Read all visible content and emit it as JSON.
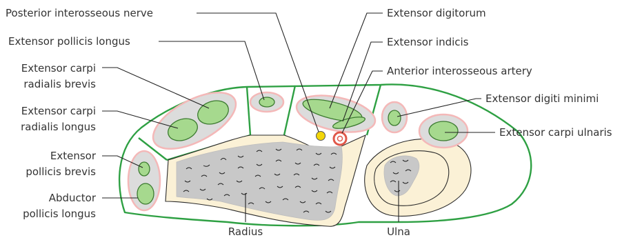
{
  "labels": {
    "posterior_interosseous_nerve": "Posterior interosseous nerve",
    "extensor_pollicis_longus": "Extensor pollicis longus",
    "ecrb_line1": "Extensor carpi",
    "ecrb_line2": "radialis brevis",
    "ecrl_line1": "Extensor carpi",
    "ecrl_line2": "radialis longus",
    "epb_line1": "Extensor",
    "epb_line2": "pollicis brevis",
    "apl_line1": "Abductor",
    "apl_line2": "pollicis longus",
    "extensor_digitorum": "Extensor digitorum",
    "extensor_indicis": "Extensor indicis",
    "anterior_interosseous_artery": "Anterior interosseous artery",
    "extensor_digiti_minimi": "Extensor digiti minimi",
    "extensor_carpi_ulnaris": "Extensor carpi ulnaris",
    "radius": "Radius",
    "ulna": "Ulna"
  },
  "colors": {
    "fascia": "#2ea043",
    "muscle_fill": "#a6d98e",
    "sheath_fill": "#dcdcdc",
    "sheath_border": "#f4b8b8",
    "bone_fill": "#fbf1d6",
    "marrow_fill": "#c8c8c8",
    "nerve": "#f2d60a",
    "artery": "#e0584a"
  }
}
